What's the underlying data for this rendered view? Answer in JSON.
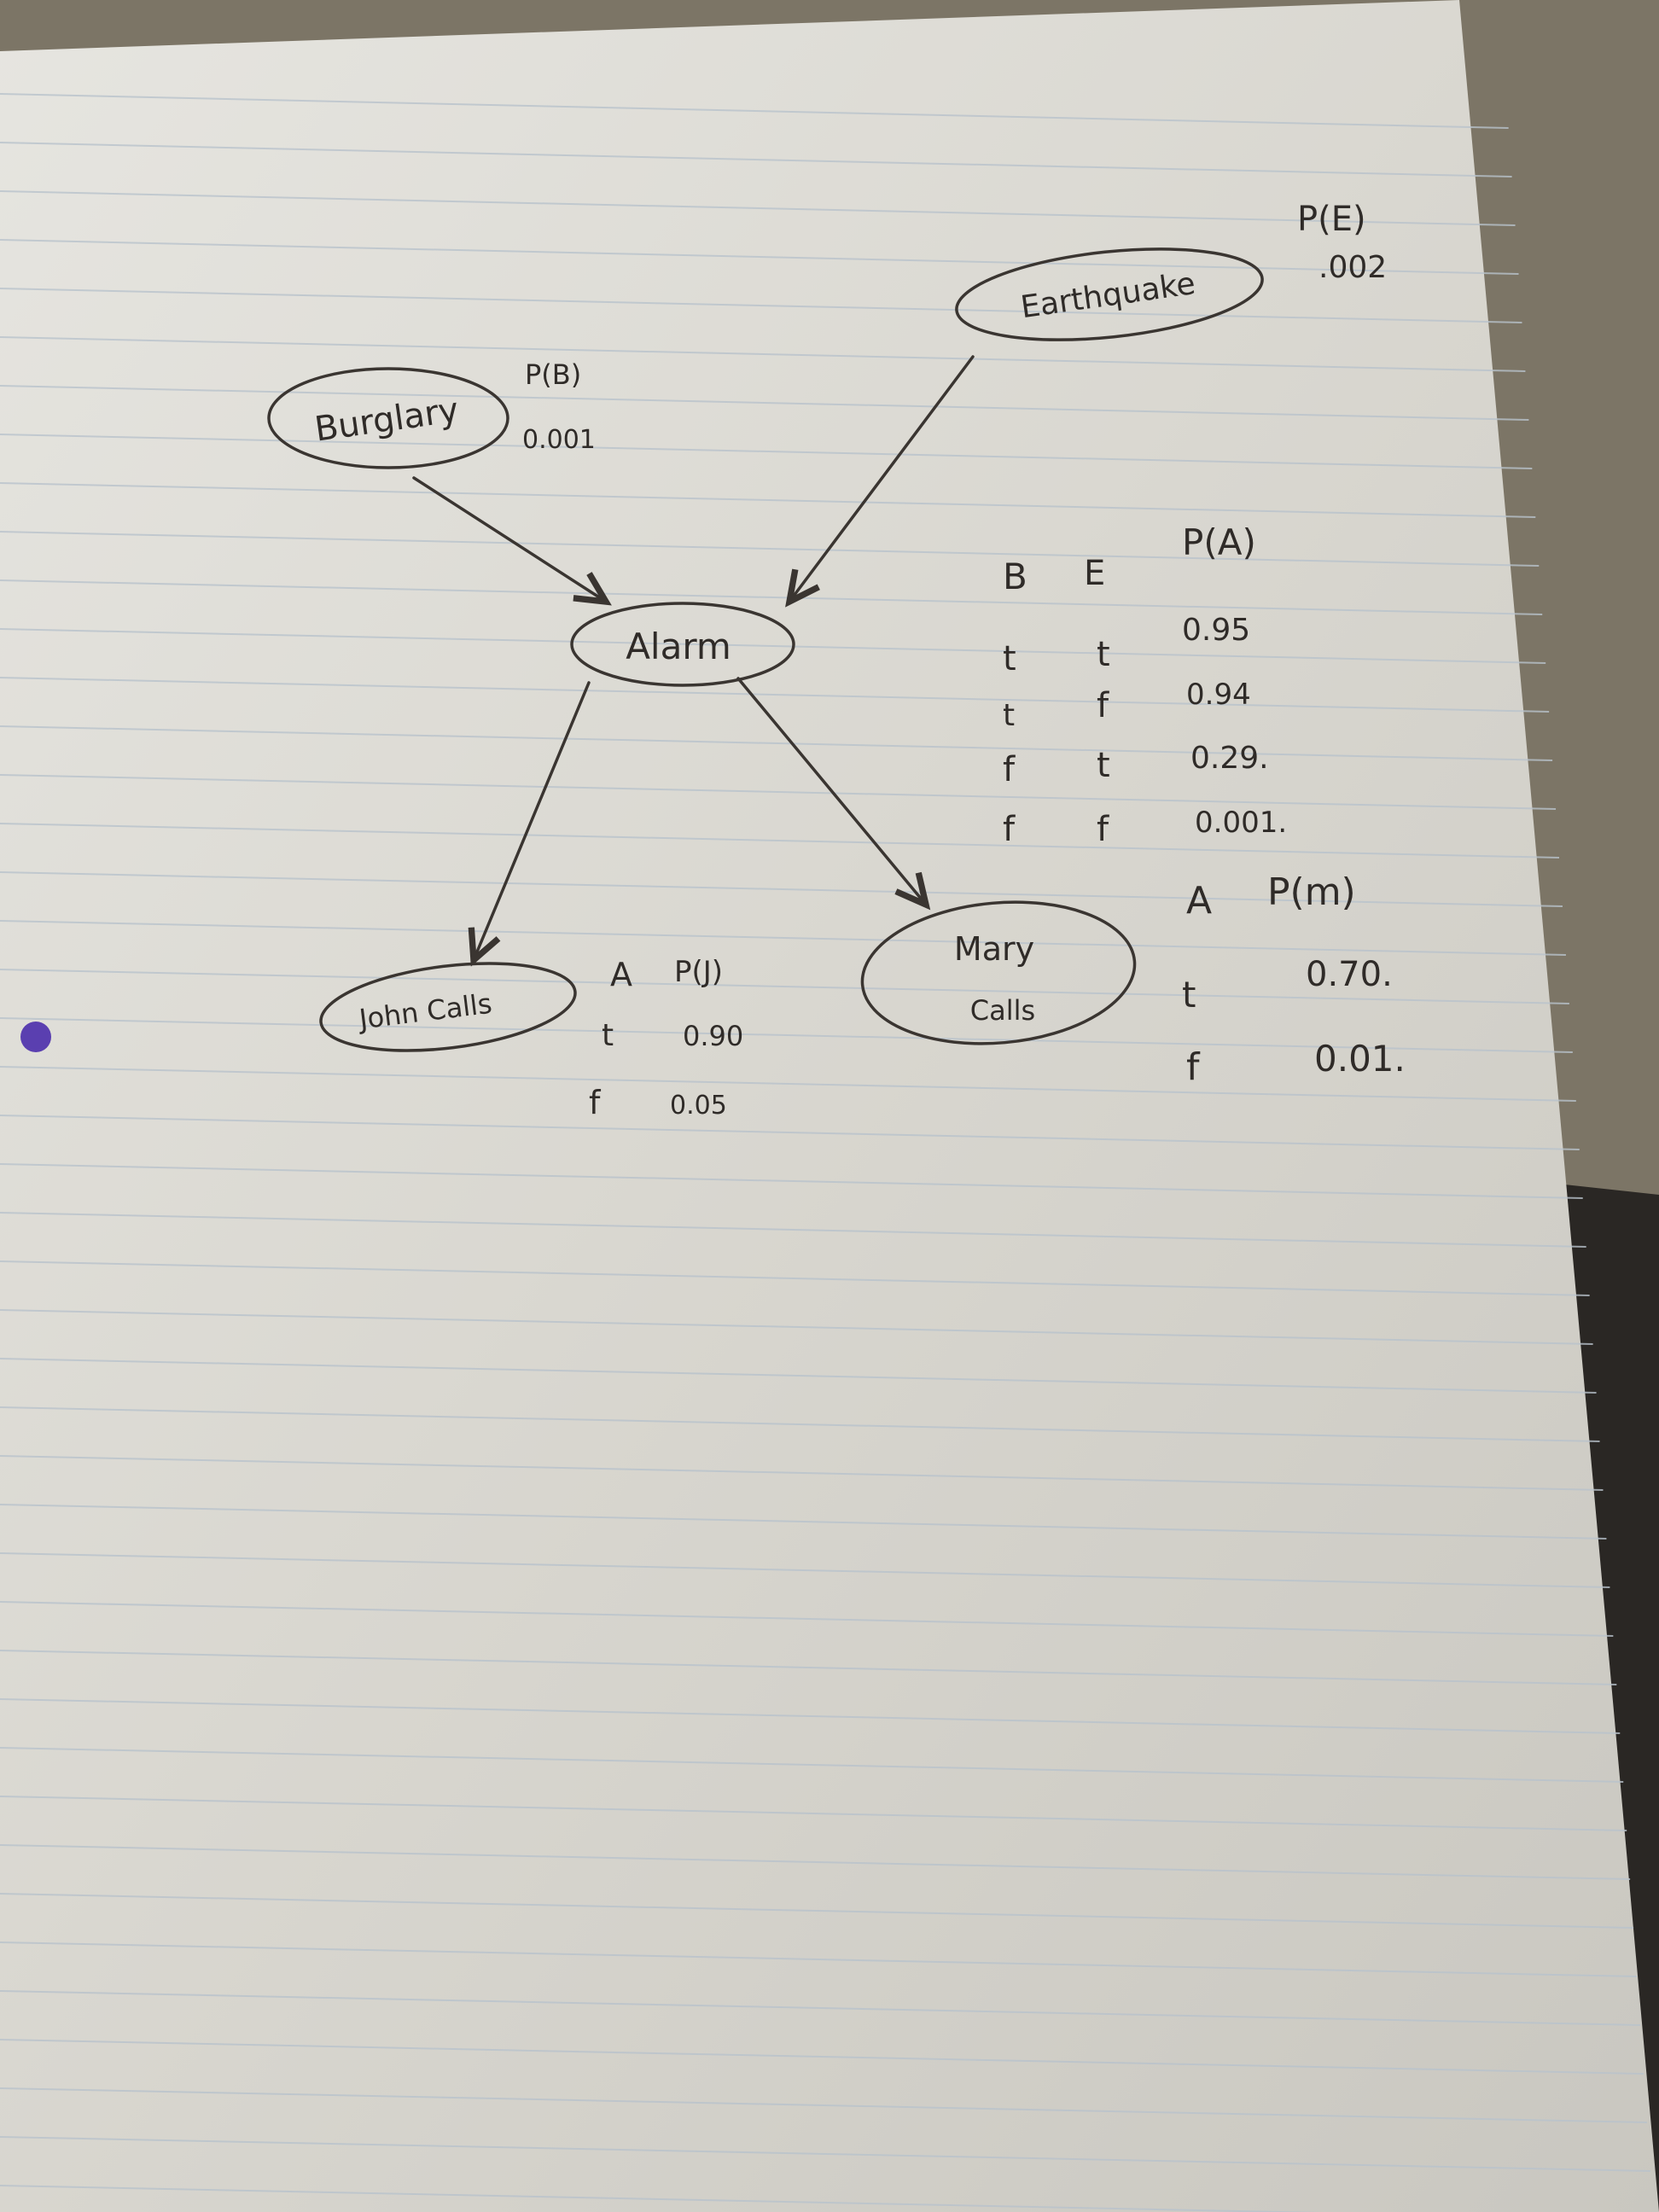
{
  "colors": {
    "paper": "#d9d6cf",
    "ink": "#3a3531",
    "rule_lines": "#b9c3cc",
    "margin_dot": "#5a3fb0"
  },
  "nodes": {
    "burglary": "Burglary",
    "earthquake": "Earthquake",
    "alarm": "Alarm",
    "john": "John Calls",
    "mary_line1": "Mary",
    "mary_line2": "Calls"
  },
  "burglary_table": {
    "header": "P(B)",
    "value": "0.001"
  },
  "earthquake_table": {
    "header": "P(E)",
    "value": ".002"
  },
  "alarm_table": {
    "headers": [
      "B",
      "E",
      "P(A)"
    ],
    "rows": [
      [
        "t",
        "t",
        "0.95"
      ],
      [
        "t",
        "f",
        "0.94"
      ],
      [
        "f",
        "t",
        "0.29."
      ],
      [
        "f",
        "f",
        "0.001."
      ]
    ]
  },
  "john_table": {
    "headers": [
      "A",
      "P(J)"
    ],
    "rows": [
      [
        "t",
        "0.90"
      ],
      [
        "f",
        "0.05"
      ]
    ]
  },
  "mary_table": {
    "headers": [
      "A",
      "P(m)"
    ],
    "rows": [
      [
        "t",
        "0.70."
      ],
      [
        "f",
        "0.01."
      ]
    ]
  }
}
